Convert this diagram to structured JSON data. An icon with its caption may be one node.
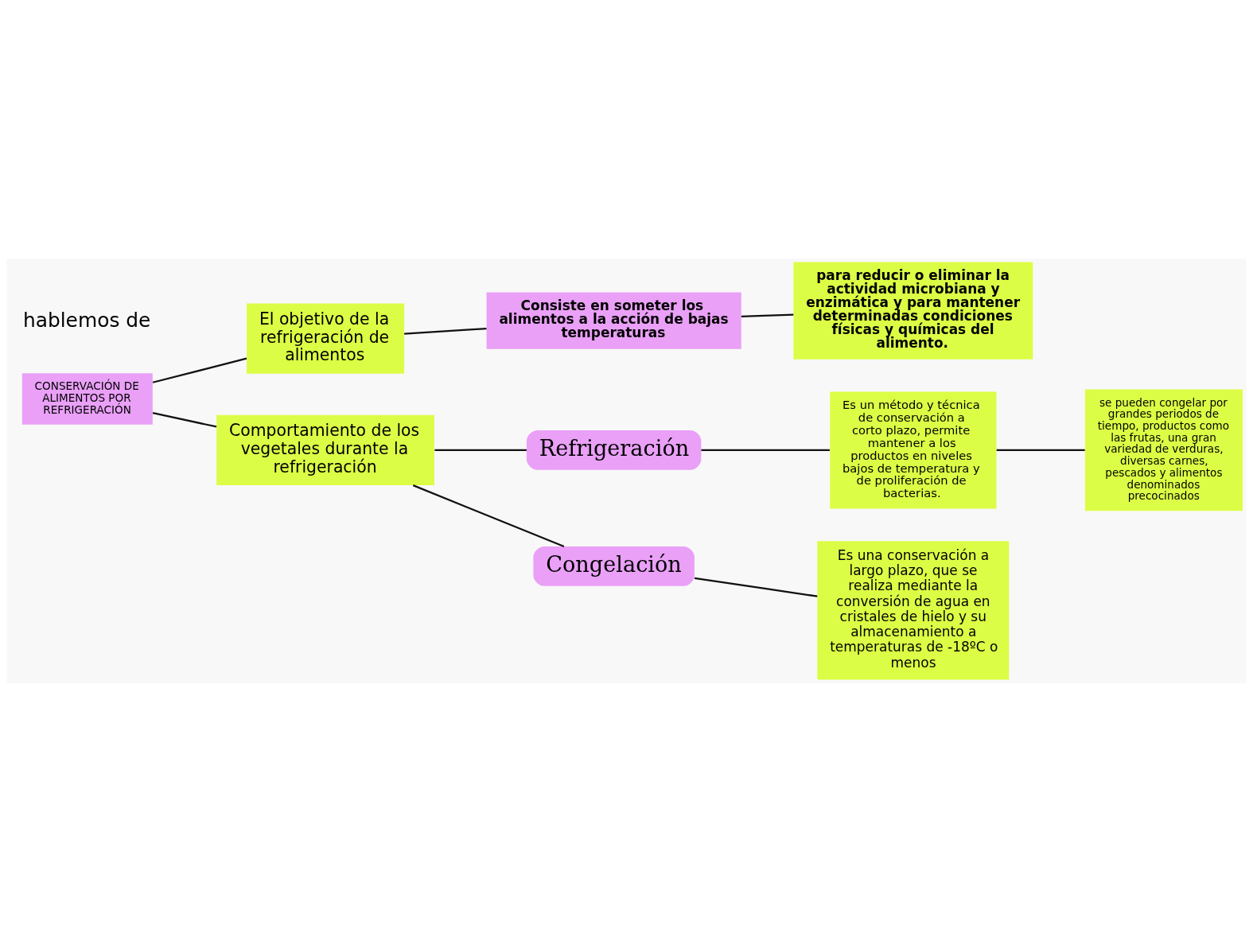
{
  "diagram": {
    "nodes": [
      {
        "text": [
          "CONSERVACIÓN DE ALIMENTOS POR REFRIGERACIÓN"
        ]
      },
      {
        "text": [
          "El objetivo de la refrigeración de alimentos"
        ]
      },
      {
        "text": [
          "Comportamiento de los vegetales durante la refrigeración"
        ]
      },
      {
        "text": [
          "Consiste en someter los alimentos a la acción de bajas temperaturas"
        ]
      },
      {
        "text": [
          "para reducir o eliminar la actividad microbiana y enzimática y para mantener determinadas condiciones físicas y químicas del alimento."
        ]
      },
      {
        "text": [
          "Refrigeración"
        ]
      },
      {
        "text": [
          "Congelación"
        ]
      },
      {
        "text": [
          "Es un método y técnica de conservación a corto plazo, permite mantener a los productos en niveles bajos de temperatura y de proliferación de bacterias."
        ]
      },
      {
        "text": [
          "se pueden congelar por grandes periodos de tiempo, productos como las frutas, una gran variedad de verduras, diversas carnes, pescados y alimentos denominados precocinados"
        ]
      },
      {
        "text": [
          "Es una conservación a largo plazo, que se realiza mediante la conversión de agua en cristales de hielo y su almacenamiento a temperaturas de -18ºC o menos"
        ]
      }
    ],
    "edges": [
      {
        "from": 0,
        "to": 1,
        "arrow": "none"
      },
      {
        "from": 0,
        "to": 2,
        "arrow": "none"
      },
      {
        "from": 1,
        "to": 3,
        "arrow": "none"
      },
      {
        "from": 3,
        "to": 4,
        "arrow": "none"
      },
      {
        "from": 2,
        "to": 5,
        "arrow": "none"
      },
      {
        "from": 2,
        "to": 6,
        "arrow": "none"
      },
      {
        "from": 5,
        "to": 7,
        "arrow": "none"
      },
      {
        "from": 7,
        "to": 8,
        "arrow": "none"
      },
      {
        "from": 6,
        "to": 9,
        "arrow": "none"
      }
    ],
    "labels": [
      "hablemos de"
    ]
  }
}
